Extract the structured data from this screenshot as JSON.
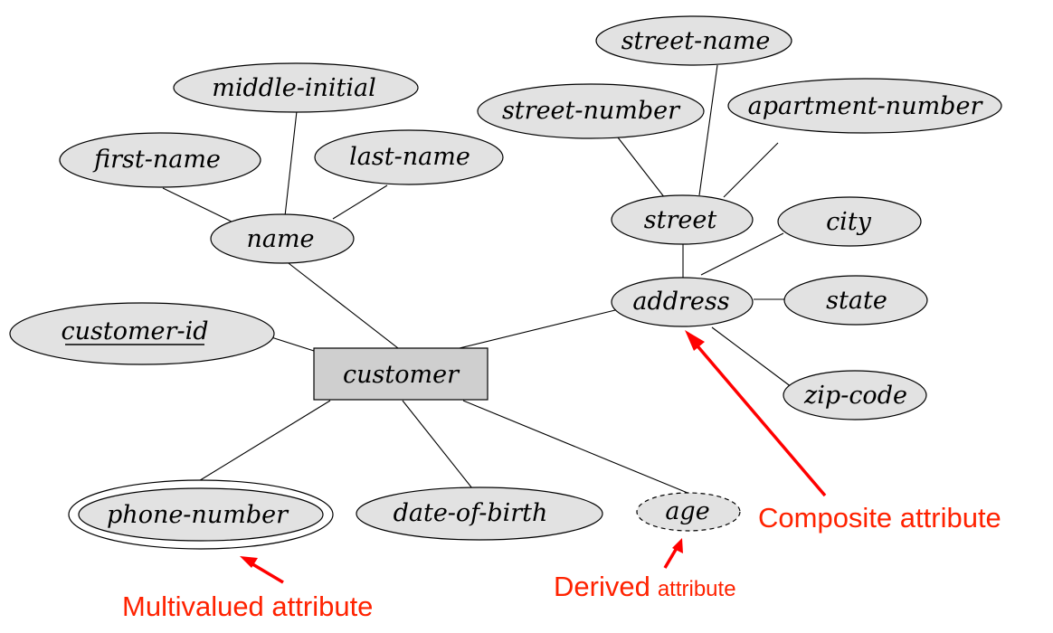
{
  "entity": {
    "label": "customer"
  },
  "attributes": {
    "customer_id": "customer-id",
    "name": "name",
    "first_name": "first-name",
    "middle_initial": "middle-initial",
    "last_name": "last-name",
    "address": "address",
    "street": "street",
    "street_number": "street-number",
    "street_name": "street-name",
    "apartment_number": "apartment-number",
    "city": "city",
    "state": "state",
    "zip_code": "zip-code",
    "phone_number": "phone-number",
    "date_of_birth": "date-of-birth",
    "age": "age"
  },
  "annotations": {
    "composite": "Composite attribute",
    "multivalued": "Multivalued attribute",
    "derived_main": "Derived",
    "derived_rest": "attribute"
  },
  "colors": {
    "annotation": "#ff2200",
    "arrow": "#ff0000",
    "ellipse_fill": "#e2e2e2",
    "entity_fill": "#cfcfcf"
  }
}
